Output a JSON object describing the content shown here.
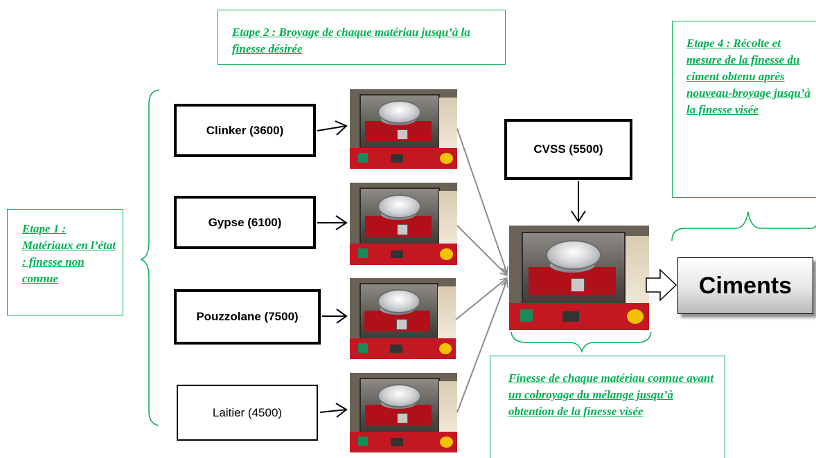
{
  "steps": {
    "step1": "Etape 1 : Matériaux en l’état : finesse non connue",
    "step2": "Etape 2 : Broyage de chaque matériau jusqu’à la finesse désirée",
    "step4": "Etape 4 : Récolte et mesure de la finesse du ciment obtenu après nouveau-broyage jusqu’à la finesse visée",
    "note_bottom": "Finesse de chaque matériau connue avant un cobroyage du mélange jusqu’à obtention de la finesse visée"
  },
  "materials": [
    {
      "label": "Clinker (3600)"
    },
    {
      "label": "Gypse (6100)"
    },
    {
      "label": "Pouzzolane (7500)"
    },
    {
      "label": "Laitier (4500)"
    }
  ],
  "additive": "CVSS (5500)",
  "output": "Ciments",
  "colors": {
    "note_green": "#00b050",
    "mill_red": "#c31822",
    "arrow_gray": "#8c8c8c"
  }
}
